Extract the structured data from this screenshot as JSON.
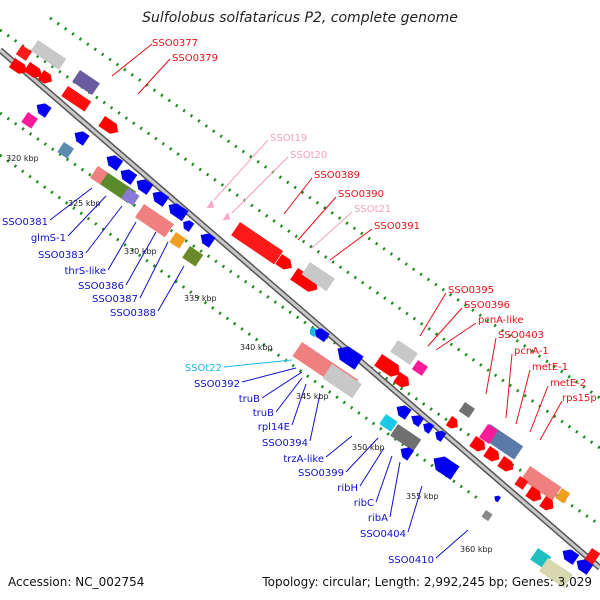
{
  "title": "Sulfolobus solfataricus P2, complete genome",
  "footer": {
    "accession": "Accession: NC_002754",
    "topology": "Topology: circular; Length: 2,992,245 bp; Genes: 3,029"
  },
  "ticks": [
    "320 kbp",
    "325 kbp",
    "330 kbp",
    "335 kbp",
    "340 kbp",
    "345 kbp",
    "350 kbp",
    "355 kbp",
    "360 kbp"
  ],
  "labels_upper": [
    {
      "text": "SSO0377",
      "color": "red"
    },
    {
      "text": "SSO0379",
      "color": "red"
    },
    {
      "text": "SSOt19",
      "color": "pink"
    },
    {
      "text": "SSOt20",
      "color": "pink"
    },
    {
      "text": "SSO0389",
      "color": "red"
    },
    {
      "text": "SSO0390",
      "color": "red"
    },
    {
      "text": "SSOt21",
      "color": "pink"
    },
    {
      "text": "SSO0391",
      "color": "red"
    },
    {
      "text": "SSO0395",
      "color": "red"
    },
    {
      "text": "SSO0396",
      "color": "red"
    },
    {
      "text": "pcnA-like",
      "color": "red"
    },
    {
      "text": "SSO0403",
      "color": "red"
    },
    {
      "text": "pcnA-1",
      "color": "red"
    },
    {
      "text": "metE-1",
      "color": "red"
    },
    {
      "text": "metE-2",
      "color": "red"
    },
    {
      "text": "rps15p",
      "color": "red"
    }
  ],
  "labels_lower": [
    {
      "text": "SSO0381",
      "color": "blue"
    },
    {
      "text": "glmS-1",
      "color": "blue"
    },
    {
      "text": "SSO0383",
      "color": "blue"
    },
    {
      "text": "thrS-like",
      "color": "blue"
    },
    {
      "text": "SSO0386",
      "color": "blue"
    },
    {
      "text": "SSO0387",
      "color": "blue"
    },
    {
      "text": "SSO0388",
      "color": "blue"
    },
    {
      "text": "SSOt22",
      "color": "cyan"
    },
    {
      "text": "SSO0392",
      "color": "blue"
    },
    {
      "text": "truB",
      "color": "blue"
    },
    {
      "text": "truB",
      "color": "blue"
    },
    {
      "text": "rpl14E",
      "color": "blue"
    },
    {
      "text": "SSO0394",
      "color": "blue"
    },
    {
      "text": "trzA-like",
      "color": "blue"
    },
    {
      "text": "SSO0399",
      "color": "blue"
    },
    {
      "text": "ribH",
      "color": "blue"
    },
    {
      "text": "ribC",
      "color": "blue"
    },
    {
      "text": "ribA",
      "color": "blue"
    },
    {
      "text": "SSO0404",
      "color": "blue"
    },
    {
      "text": "SSO0410",
      "color": "blue"
    }
  ],
  "colors": {
    "forward": "#ff0000",
    "reverse": "#0000ee",
    "trna": "#f8a8c8",
    "backbone": "#a0a0a0",
    "tick_dots": "#1a8a1a"
  }
}
